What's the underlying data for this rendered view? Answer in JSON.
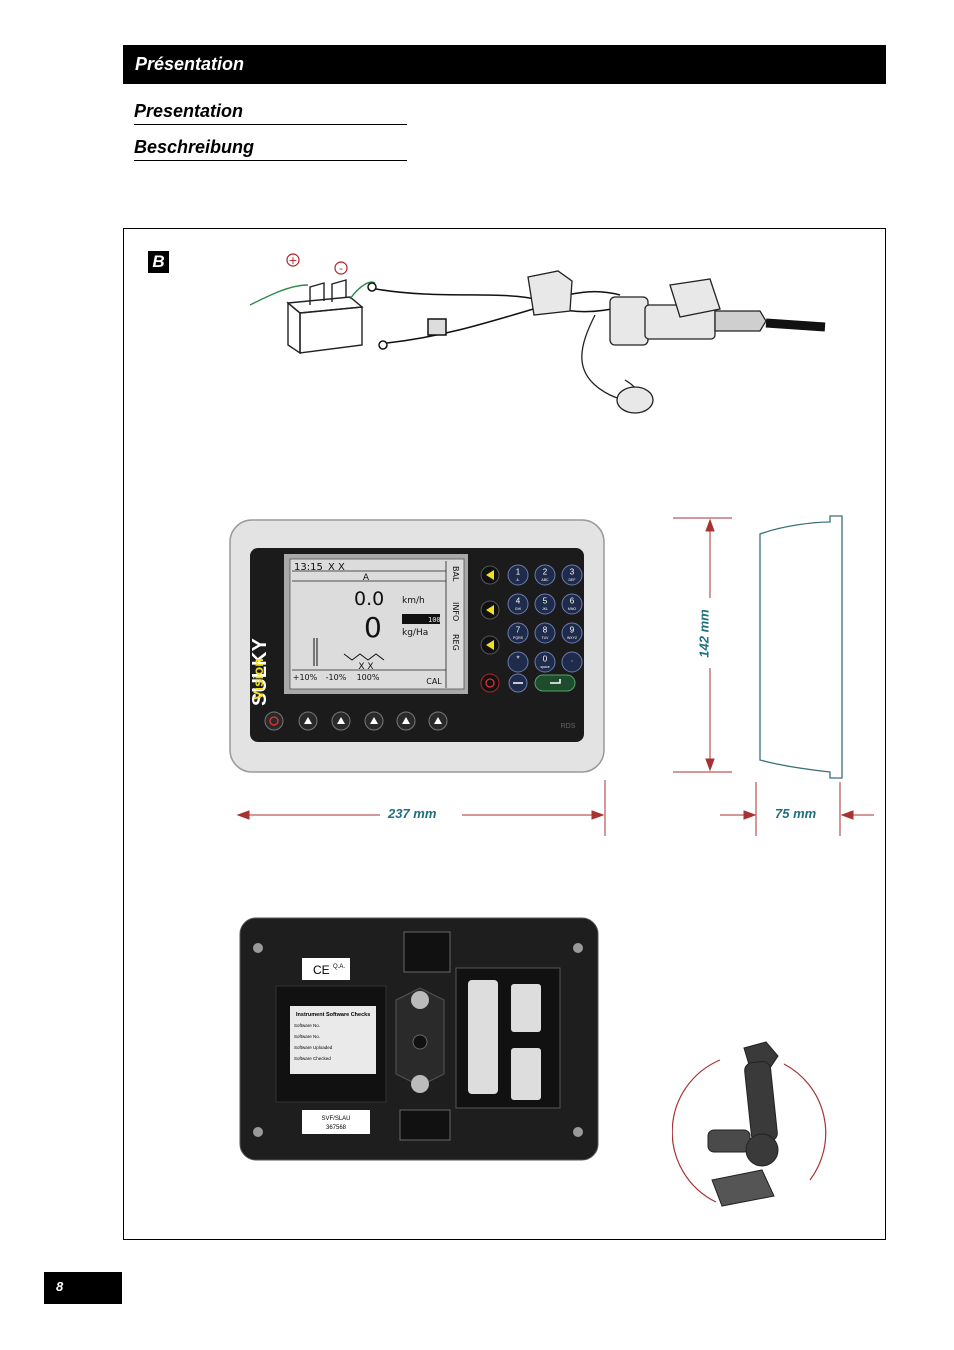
{
  "header": {
    "title": "Présentation"
  },
  "subheadings": [
    "Presentation",
    "Beschreibung"
  ],
  "figure": {
    "label": "B",
    "battery": {
      "plus": "+",
      "minus": "-"
    },
    "console": {
      "brand": "SULKY",
      "model": "Vision",
      "screen": {
        "time": "13:15",
        "status": "X X",
        "mode_letter": "A",
        "speed_value": "0.0",
        "speed_unit": "km/h",
        "rate_value": "0",
        "rate_unit": "kg/Ha",
        "rate_chip": "100",
        "side_tabs": [
          "BAL",
          "INFO",
          "REG"
        ],
        "bottom_x": "X   X",
        "soft_keys": [
          "+10%",
          "-10%",
          "100%",
          "",
          "CAL"
        ]
      },
      "keypad": [
        {
          "digit": "1",
          "letters": "&."
        },
        {
          "digit": "2",
          "letters": "ABC"
        },
        {
          "digit": "3",
          "letters": "DEF"
        },
        {
          "digit": "4",
          "letters": "GHI"
        },
        {
          "digit": "5",
          "letters": "JKL"
        },
        {
          "digit": "6",
          "letters": "MNO"
        },
        {
          "digit": "7",
          "letters": "PQRS"
        },
        {
          "digit": "8",
          "letters": "TUV"
        },
        {
          "digit": "9",
          "letters": "WXYZ"
        },
        {
          "digit": "*",
          "letters": ""
        },
        {
          "digit": "0",
          "letters": "space"
        },
        {
          "digit": ".",
          "letters": ""
        }
      ],
      "corner_badge": "RDS"
    },
    "dimensions": {
      "width": "237 mm",
      "height": "142 mm",
      "depth": "75 mm"
    },
    "rear_panel": {
      "ce_mark": "CE",
      "qa_label": "Q.A.",
      "card_title": "Instrument Software Checks",
      "card_rows": [
        "Software No.",
        "Software No.",
        "Software Uploaded",
        "Software Checked"
      ],
      "serial_lines": [
        "SVF/SLAU",
        "367568"
      ]
    },
    "colors": {
      "accent_red": "#a83232",
      "dimension_teal": "#1f6f80",
      "softkey_yellow": "#f0e020"
    }
  },
  "page": {
    "number": "8"
  }
}
